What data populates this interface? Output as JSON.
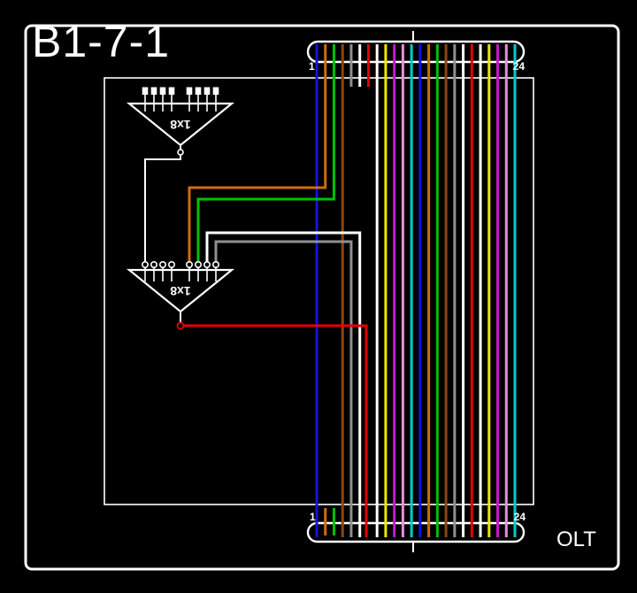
{
  "title": "B1-7-1",
  "olt_label": "OLT",
  "connectors": {
    "top": {
      "left_label": "1",
      "right_label": "24"
    },
    "bottom": {
      "left_label": "1",
      "right_label": "24"
    }
  },
  "splitters": [
    {
      "id": "splitter-1",
      "label": "1x8",
      "ports": 8,
      "terminators": "squares"
    },
    {
      "id": "splitter-2",
      "label": "1x8",
      "ports": 8,
      "terminators": "circles"
    }
  ],
  "fibers": [
    {
      "index": 1,
      "color_name": "blue",
      "hex": "#1212e8",
      "route": "through"
    },
    {
      "index": 2,
      "color_name": "orange",
      "hex": "#d06a12",
      "route": "split",
      "top": "splitter2-pin5",
      "bottom": "stub"
    },
    {
      "index": 3,
      "color_name": "green",
      "hex": "#00c000",
      "route": "split",
      "top": "splitter2-pin6",
      "bottom": "stub"
    },
    {
      "index": 4,
      "color_name": "brown",
      "hex": "#8b4513",
      "route": "through"
    },
    {
      "index": 5,
      "color_name": "slate",
      "hex": "#8f8f8f",
      "route": "split",
      "top": "stub",
      "bottom": "splitter2-pin8"
    },
    {
      "index": 6,
      "color_name": "white",
      "hex": "#ffffff",
      "route": "split",
      "top": "stub",
      "bottom": "splitter2-pin7"
    },
    {
      "index": 7,
      "color_name": "red",
      "hex": "#e60000",
      "route": "split",
      "top": "stub",
      "bottom": "splitter2-input"
    },
    {
      "index": 8,
      "color_name": "black",
      "hex": "#ffffff",
      "route": "through"
    },
    {
      "index": 9,
      "color_name": "yellow",
      "hex": "#e8e800",
      "route": "through"
    },
    {
      "index": 10,
      "color_name": "violet",
      "hex": "#c817c8",
      "route": "through"
    },
    {
      "index": 11,
      "color_name": "rose",
      "hex": "#e88fd8",
      "route": "through"
    },
    {
      "index": 12,
      "color_name": "aqua",
      "hex": "#00cccc",
      "route": "through"
    },
    {
      "index": 13,
      "color_name": "blue",
      "hex": "#1212e8",
      "route": "through"
    },
    {
      "index": 14,
      "color_name": "orange",
      "hex": "#d06a12",
      "route": "through"
    },
    {
      "index": 15,
      "color_name": "green",
      "hex": "#00c000",
      "route": "through"
    },
    {
      "index": 16,
      "color_name": "brown",
      "hex": "#8b4513",
      "route": "through"
    },
    {
      "index": 17,
      "color_name": "slate",
      "hex": "#8f8f8f",
      "route": "through"
    },
    {
      "index": 18,
      "color_name": "white",
      "hex": "#ffffff",
      "route": "through"
    },
    {
      "index": 19,
      "color_name": "red",
      "hex": "#e60000",
      "route": "through"
    },
    {
      "index": 20,
      "color_name": "black",
      "hex": "#ffffff",
      "route": "through"
    },
    {
      "index": 21,
      "color_name": "yellow",
      "hex": "#e8e800",
      "route": "through"
    },
    {
      "index": 22,
      "color_name": "violet",
      "hex": "#c817c8",
      "route": "through"
    },
    {
      "index": 23,
      "color_name": "rose",
      "hex": "#e88fd8",
      "route": "through"
    },
    {
      "index": 24,
      "color_name": "aqua",
      "hex": "#00cccc",
      "route": "through"
    }
  ],
  "line_color": "#ffffff",
  "background": "#000000"
}
